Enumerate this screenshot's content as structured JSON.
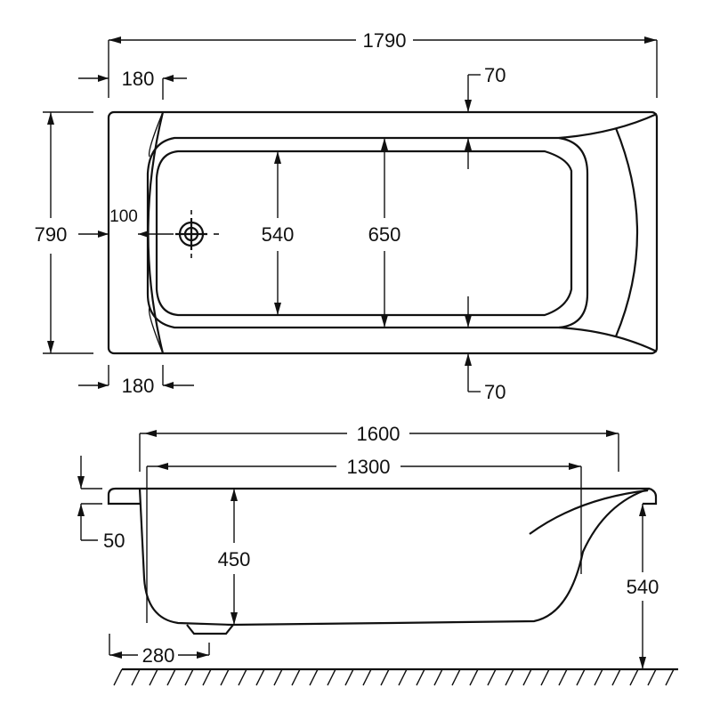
{
  "drawing": {
    "subject": "Bathtub technical dimension drawing",
    "colors": {
      "line": "#111111",
      "background": "#ffffff"
    },
    "top_view": {
      "overall_length": "1790",
      "overall_width": "790",
      "end_deck_left_top": "180",
      "end_deck_left_bottom": "180",
      "side_rim_top": "70",
      "side_rim_bottom": "70",
      "drain_offset": "100",
      "inner_width_bottom": "540",
      "inner_width_top": "650",
      "drain_icon": "drain-crosshair-icon"
    },
    "side_view": {
      "length_outer": "1600",
      "length_inner": "1300",
      "rim_thickness": "50",
      "depth": "450",
      "total_height": "540",
      "foot_offset": "280",
      "floor_icon": "floor-hatch-icon"
    }
  }
}
